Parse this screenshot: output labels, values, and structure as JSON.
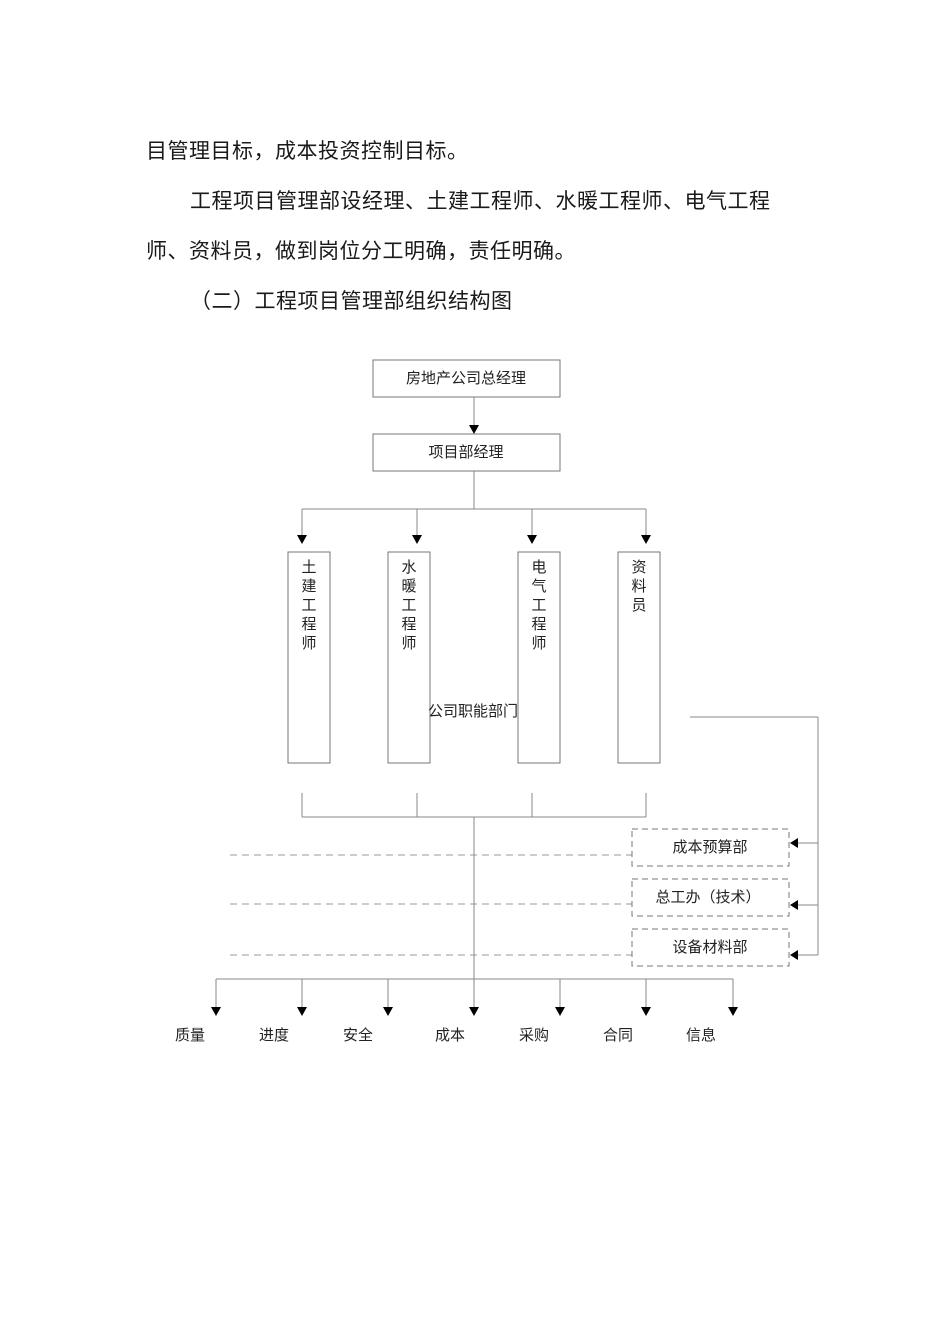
{
  "paragraphs": {
    "p1": "目管理目标，成本投资控制目标。",
    "p2": "工程项目管理部设经理、土建工程师、水暖工程师、电气工程",
    "p3": "师、资料员，做到岗位分工明确，责任明确。",
    "p4": "（二）工程项目管理部组织结构图"
  },
  "org_chart": {
    "top": "房地产公司总经理",
    "manager": "项目部经理",
    "engineers": [
      "土建工程师",
      "水暖工程师",
      "电气工程师",
      "资料员"
    ],
    "dept_label": "公司职能部门",
    "departments": [
      "成本预算部",
      "总工办（技术）",
      "设备材料部"
    ],
    "outputs": [
      "质量",
      "进度",
      "安全",
      "成本",
      "采购",
      "合同",
      "信息"
    ]
  }
}
